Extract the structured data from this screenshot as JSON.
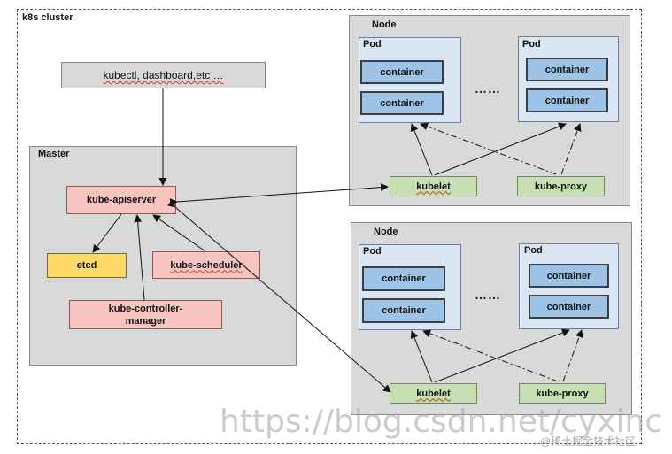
{
  "cluster": {
    "title": "k8s cluster"
  },
  "tools": {
    "label": "kubectl, dashboard,etc …"
  },
  "master": {
    "title": "Master",
    "apiserver": "kube-apiserver",
    "etcd": "etcd",
    "scheduler": "kube-scheduler",
    "controller_manager_line1": "kube-controller-",
    "controller_manager_line2": "manager"
  },
  "nodes": [
    {
      "title": "Node",
      "pods": [
        {
          "title": "Pod",
          "containers": [
            "container",
            "container"
          ]
        },
        {
          "title": "Pod",
          "containers": [
            "container",
            "container"
          ]
        }
      ],
      "ellipsis": "……",
      "kubelet": "kubelet",
      "kube_proxy": "kube-proxy"
    },
    {
      "title": "Node",
      "pods": [
        {
          "title": "Pod",
          "containers": [
            "container",
            "container"
          ]
        },
        {
          "title": "Pod",
          "containers": [
            "container",
            "container"
          ]
        }
      ],
      "ellipsis": "……",
      "kubelet": "kubelet",
      "kube_proxy": "kube-proxy"
    }
  ],
  "watermark": {
    "main": "https://blog.csdn.net/cyxinc",
    "secondary": "@稀土掘金技术社区"
  },
  "colors": {
    "gray_panel": "#d9d9d9",
    "pod_fill": "#dbe6f4",
    "container_fill": "#9dc3e6",
    "master_component_fill": "#f7c4c0",
    "etcd_fill": "#ffd966",
    "node_agent_fill": "#c6e0b4"
  }
}
